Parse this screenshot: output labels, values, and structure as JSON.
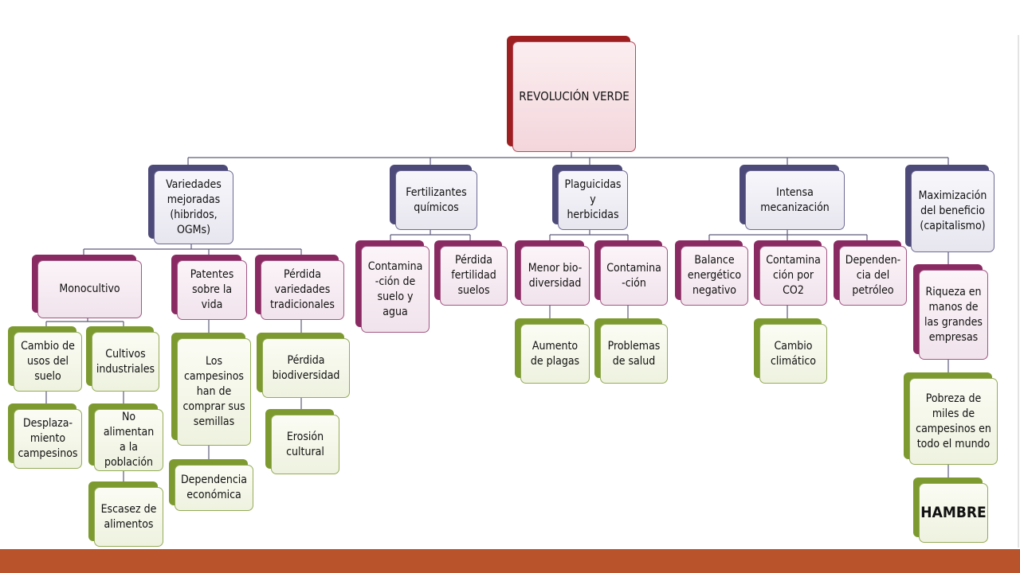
{
  "root": {
    "label": "REVOLUCIÓN VERDE"
  },
  "categories": {
    "variedades": "Variedades\nmejoradas\n(hibridos,\nOGMs)",
    "fertilizantes": "Fertilizantes\nquímicos",
    "plaguicidas": "Plaguicidas\ny\nherbicidas",
    "mecanizacion": "Intensa\nmecanización",
    "maximizacion": "Maximización\ndel beneficio\n(capitalismo)"
  },
  "effects": {
    "monocultivo": "Monocultivo",
    "patentes": "Patentes\nsobre la\nvida",
    "perdida_variedades": "Pérdida\nvariedades\ntradicionales",
    "contaminacion_suelo": "Contamina\n-ción de\nsuelo y\nagua",
    "perdida_fertilidad": "Pérdida\nfertilidad\nsuelos",
    "menor_biodiversidad": "Menor bio-\ndiversidad",
    "contaminacion": "Contamina\n-ción",
    "balance": "Balance\nenergético\nnegativo",
    "co2": "Contamina\nción por\nCO2",
    "dependencia_petroleo": "Dependen-\ncia del\npetróleo",
    "riqueza": "Riqueza en\nmanos de\nlas grandes\nempresas"
  },
  "consequences": {
    "cambio_usos": "Cambio de\nusos del\nsuelo",
    "cultivos_industriales": "Cultivos\nindustriales",
    "desplazamiento": "Desplaza-\nmiento\ncampesinos",
    "no_alimentan": "No\nalimentan\na la\npoblación",
    "escasez": "Escasez de\nalimentos",
    "campesinos_semillas": "Los\ncampesinos\nhan de\ncomprar sus\nsemillas",
    "dependencia_economica": "Dependencia\neconómica",
    "perdida_biodiversidad": "Pérdida\nbiodiversidad",
    "erosion": "Erosión\ncultural",
    "aumento_plagas": "Aumento\nde plagas",
    "problemas_salud": "Problemas\nde salud",
    "cambio_climatico": "Cambio\nclimático",
    "pobreza": "Pobreza de\nmiles de\ncampesinos en\ntodo el mundo",
    "hambre": "HAMBRE"
  },
  "colors": {
    "root_shadow": "#9e1f1f",
    "category_shadow": "#4d4a79",
    "effect_shadow": "#8a2a63",
    "consequence_shadow": "#7c9a2f",
    "connector": "#5e5a7a",
    "footer": "#b9532c"
  }
}
